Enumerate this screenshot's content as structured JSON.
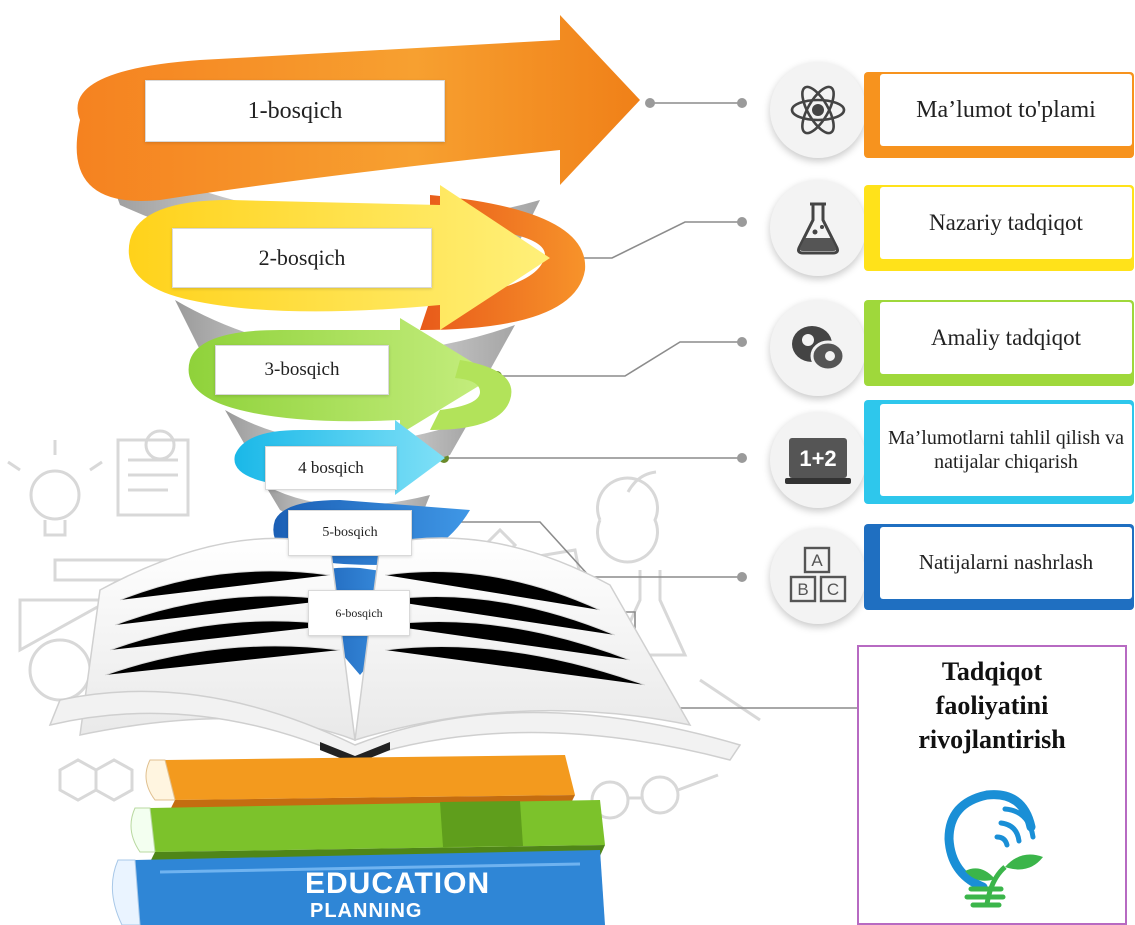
{
  "stages": [
    {
      "label": "1-bosqich",
      "step": "Ma’lumot to'plami",
      "icon": "atom-icon",
      "color": "#f7931e"
    },
    {
      "label": "2-bosqich",
      "step": "Nazariy tadqiqot",
      "icon": "flask-icon",
      "color": "#ffe21a"
    },
    {
      "label": "3-bosqich",
      "step": "Amaliy tadqiqot",
      "icon": "cells-icon",
      "color": "#9fd83b"
    },
    {
      "label": "4 bosqich",
      "step": "Ma’lumotlarni tahlil qilish va natijalar chiqarish",
      "icon": "calculator-icon",
      "color": "#2ec7ec"
    },
    {
      "label": "5-bosqich",
      "step": "Natijalarni nashrlash",
      "icon": "abc-blocks-icon",
      "color": "#1f6fc1"
    },
    {
      "label": "6-bosqich",
      "step": "",
      "icon": "",
      "color": "#1558b0"
    }
  ],
  "final": {
    "title": "Tadqiqot\nfaoliyatini\nrivojlantirish",
    "icon": "lightbulb-plant-icon"
  },
  "book": {
    "line1": "EDUCATION",
    "line2": "PLANNING"
  },
  "colors": {
    "orange": "#f7931e",
    "yellow": "#ffe21a",
    "green": "#9fd83b",
    "cyan": "#2ec7ec",
    "blue": "#1f6fc1",
    "purple": "#b76ac2",
    "connector": "#8c8c8c"
  }
}
